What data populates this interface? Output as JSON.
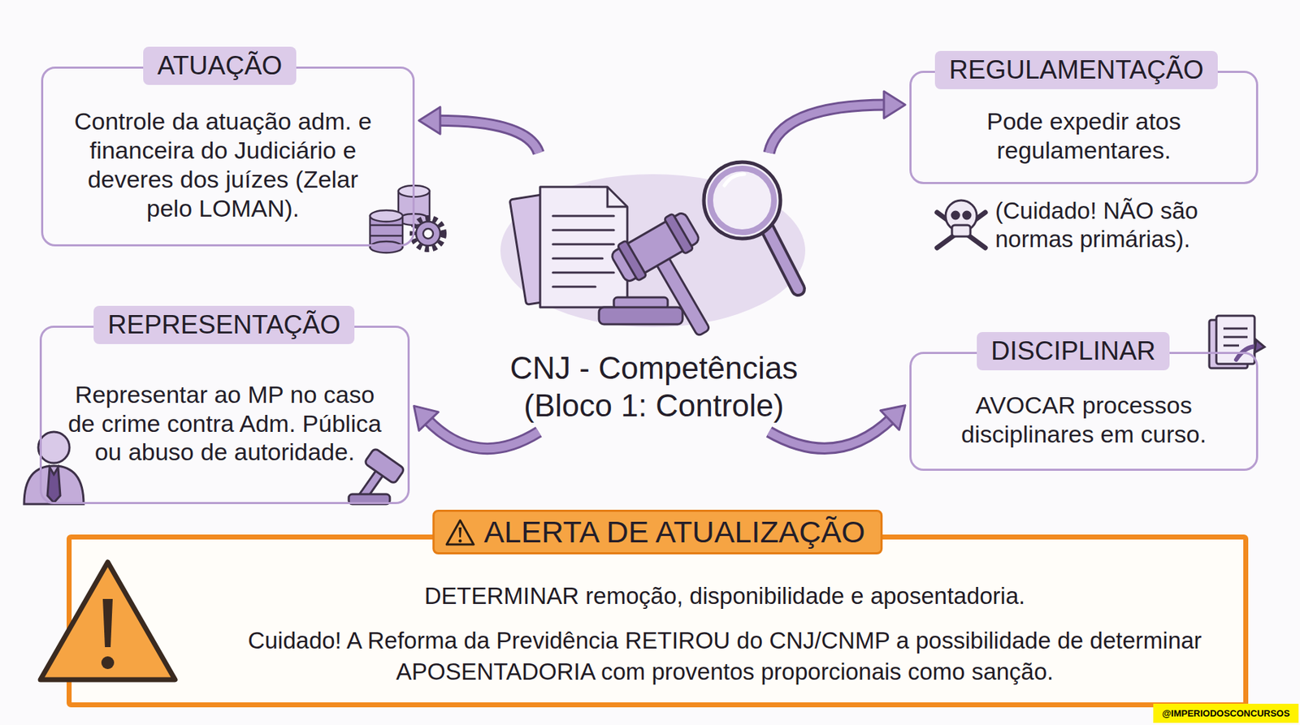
{
  "diagram": {
    "nodes": [
      {
        "text": [
          "ATUAÇÃO",
          "Controle da atuação adm. e financeira do Judiciário e deveres dos juízes (Zelar pelo LOMAN)."
        ]
      },
      {
        "text": [
          "REGULAMENTAÇÃO",
          "Pode expedir atos regulamentares."
        ]
      },
      {
        "text": [
          "CNJ - Competências (Bloco 1: Controle)"
        ]
      },
      {
        "text": [
          "REPRESENTAÇÃO",
          "Representar ao MP no caso de crime contra Adm. Pública ou abuso de autoridade."
        ]
      },
      {
        "text": [
          "DISCIPLINAR",
          "AVOCAR processos disciplinares em curso."
        ]
      },
      {
        "text": [
          "ALERTA DE ATUALIZAÇÃO",
          "DETERMINAR remoção, disponibilidade e aposentadoria.",
          "Cuidado! A Reforma da Previdência RETIROU do CNJ/CNMP a possibilidade de determinar APOSENTADORIA com proventos proporcionais como sanção."
        ]
      }
    ],
    "edges": [
      {
        "from": 2,
        "to": 0,
        "arrow": "to"
      },
      {
        "from": 2,
        "to": 1,
        "arrow": "to"
      },
      {
        "from": 2,
        "to": 3,
        "arrow": "to"
      },
      {
        "from": 2,
        "to": 4,
        "arrow": "to"
      }
    ],
    "labels": [
      "(Cuidado! NÃO são normas primárias).",
      "@IMPERIODOSCONCURSOS"
    ]
  }
}
